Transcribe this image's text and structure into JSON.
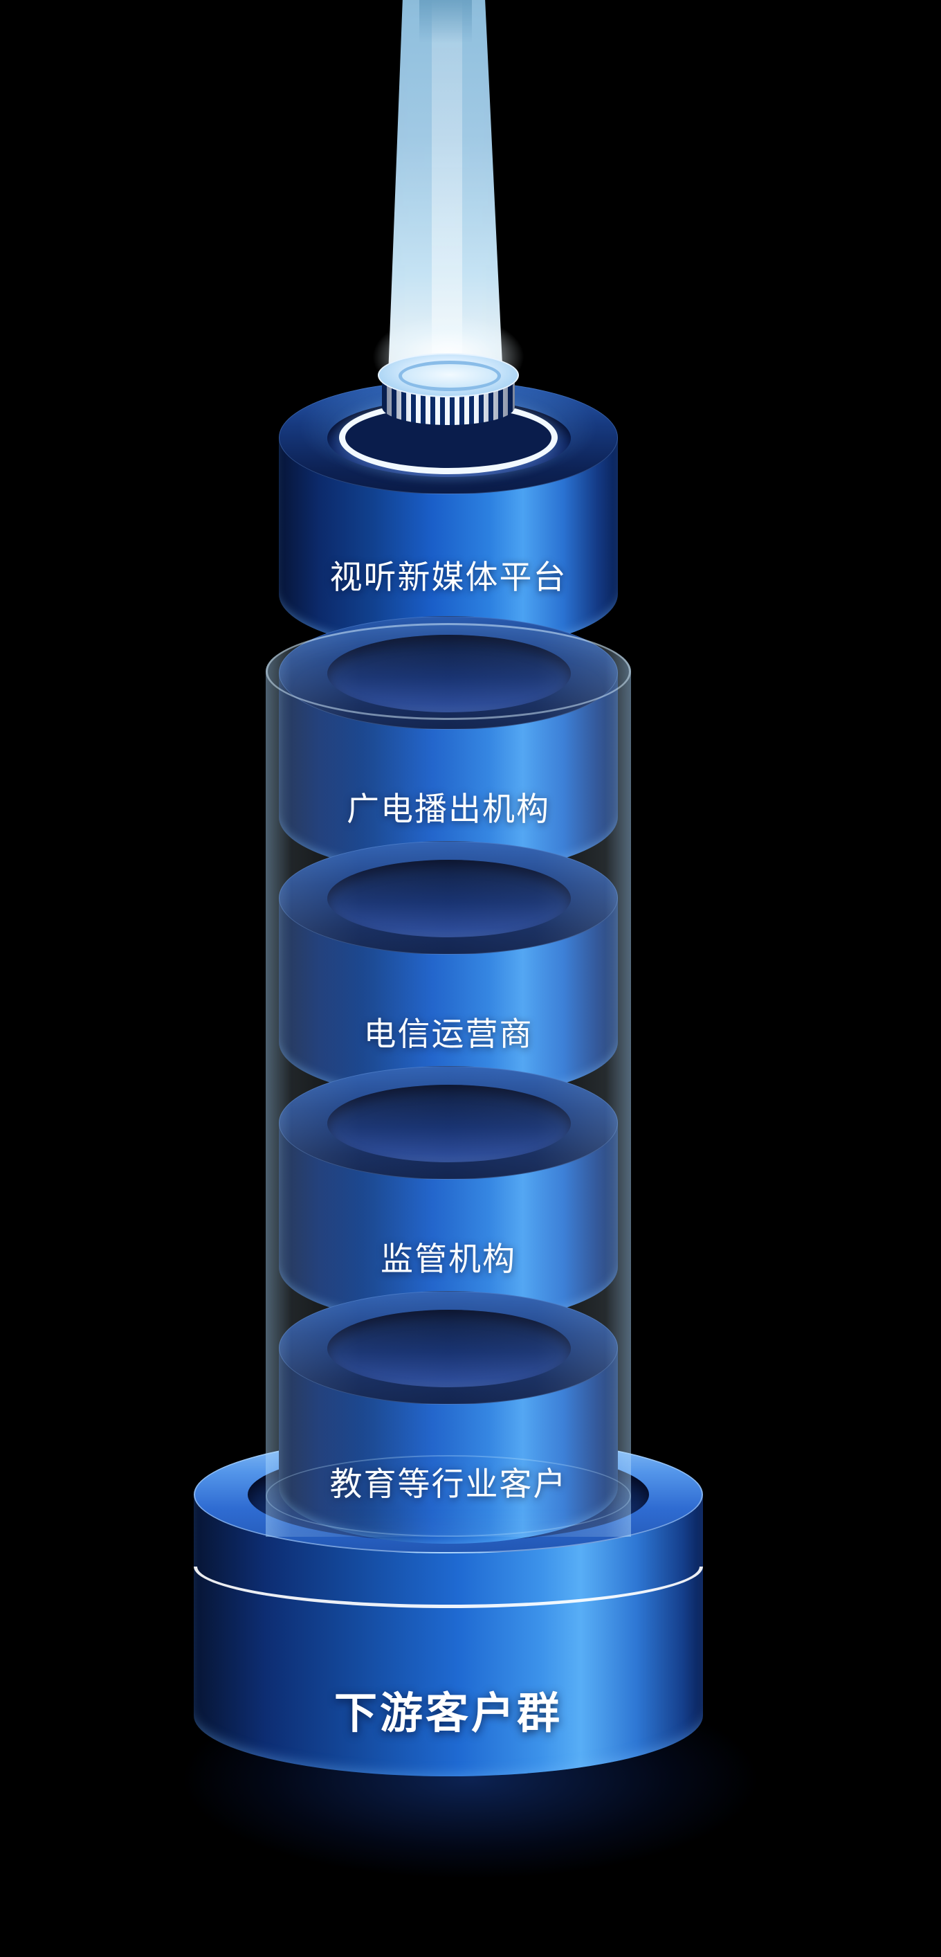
{
  "diagram": {
    "layers": [
      {
        "label": "视听新媒体平台"
      },
      {
        "label": "广电播出机构"
      },
      {
        "label": "电信运营商"
      },
      {
        "label": "监管机构"
      },
      {
        "label": "教育等行业客户"
      }
    ],
    "base": {
      "label": "下游客户群"
    },
    "colors": {
      "background": "#000000",
      "cylinder_bright": "#2c80e0",
      "cylinder_dark": "#0a1c4e",
      "beam": "#bfe0f5",
      "glass": "#a9d6ff",
      "text": "#ffffff"
    }
  }
}
